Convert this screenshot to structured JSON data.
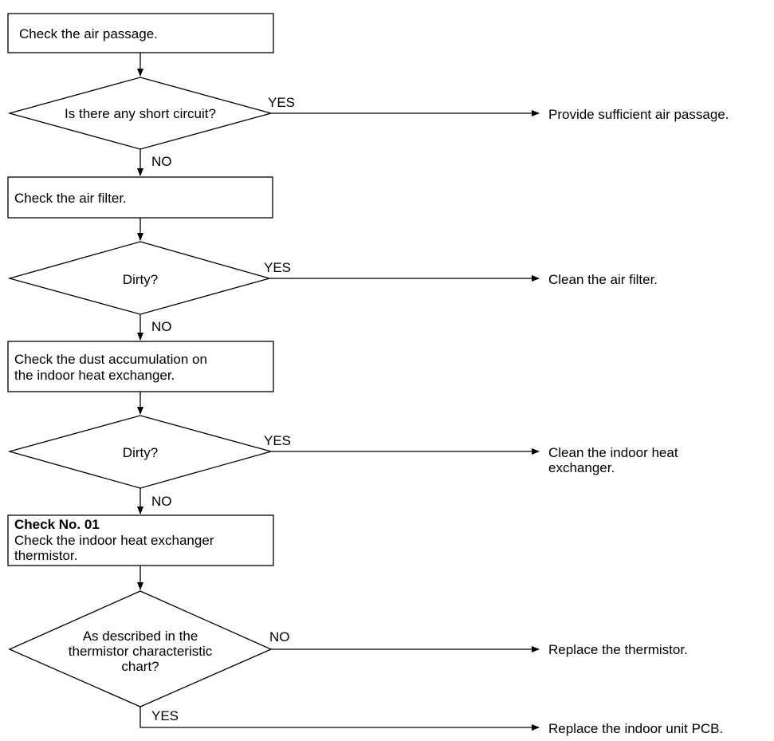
{
  "steps": {
    "check_air_passage": "Check the air passage.",
    "check_air_filter": "Check the air filter.",
    "check_dust": [
      "Check the dust accumulation on",
      "the indoor heat exchanger."
    ],
    "check_no_title": "Check No. 01",
    "check_thermistor": [
      "Check the indoor heat exchanger",
      "thermistor."
    ]
  },
  "decisions": {
    "short_circuit": "Is there any short circuit?",
    "dirty_filter": "Dirty?",
    "dirty_exchanger": "Dirty?",
    "thermistor_chart": [
      "As described in the",
      "thermistor characteristic",
      "chart?"
    ]
  },
  "branch_labels": {
    "yes": "YES",
    "no": "NO"
  },
  "actions": {
    "air_passage": "Provide sufficient air passage.",
    "clean_filter": "Clean the air filter.",
    "clean_exchanger": [
      "Clean the indoor heat",
      "exchanger."
    ],
    "replace_thermistor": "Replace the thermistor.",
    "replace_pcb": "Replace the indoor unit PCB."
  }
}
